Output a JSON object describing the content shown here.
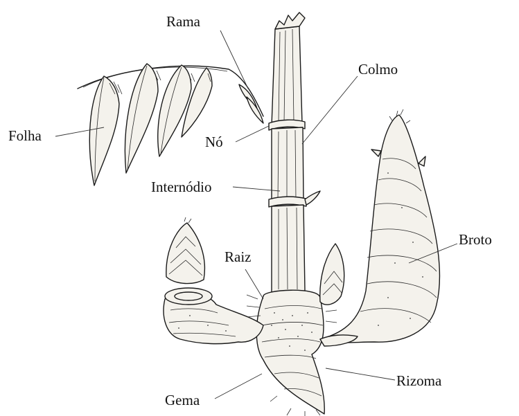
{
  "labels": {
    "rama": "Rama",
    "colmo": "Colmo",
    "folha": "Folha",
    "no": "Nó",
    "internodio": "Internódio",
    "broto": "Broto",
    "raiz": "Raiz",
    "rizoma": "Rizoma",
    "gema": "Gema"
  }
}
